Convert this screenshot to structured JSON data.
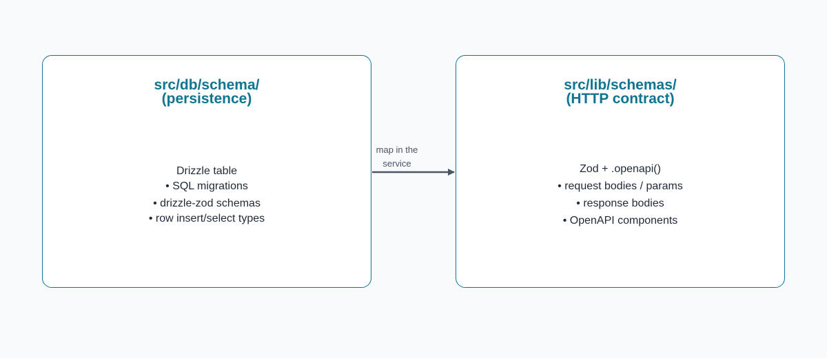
{
  "diagram": {
    "left_box": {
      "title_lines": [
        "src/db/schema/",
        "(persistence)"
      ],
      "lines": [
        "Drizzle table",
        "• SQL migrations",
        "• drizzle-zod schemas",
        "• row insert/select types"
      ]
    },
    "right_box": {
      "title_lines": [
        "src/lib/schemas/",
        "(HTTP contract)"
      ],
      "lines": [
        "Zod + .openapi()",
        "• request bodies / params",
        "• response bodies",
        "• OpenAPI components"
      ]
    },
    "edge": {
      "label_lines": [
        "map in the",
        "service"
      ]
    },
    "colors": {
      "accent": "#0e7490",
      "text": "#1f2937",
      "edge": "#4b5563",
      "background": "#f8fafc"
    }
  }
}
